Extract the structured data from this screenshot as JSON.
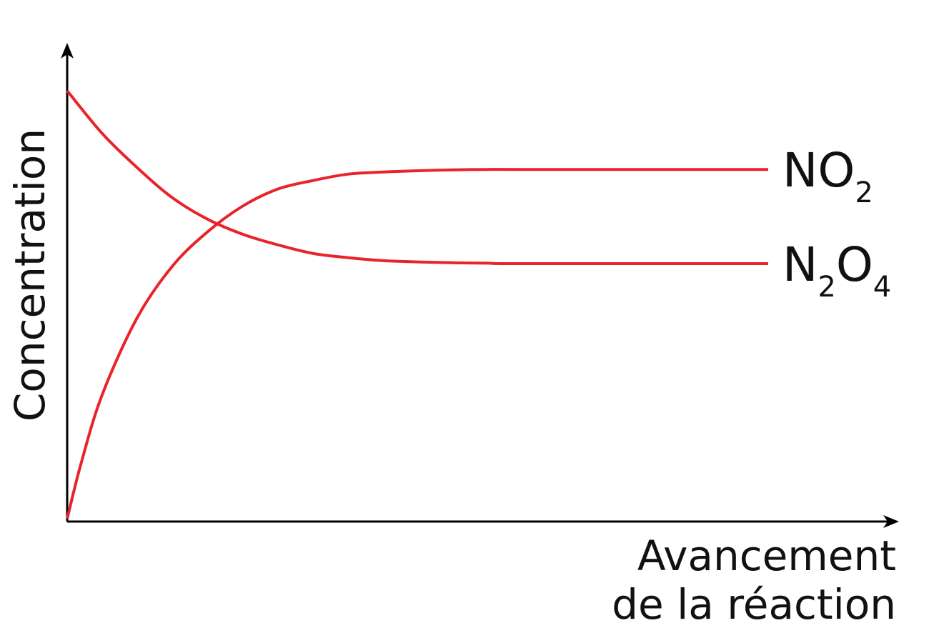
{
  "chart_data": {
    "type": "line",
    "title": "",
    "xlabel_lines": [
      "Avancement",
      "de la réaction"
    ],
    "ylabel": "Concentration",
    "xlim": [
      0,
      1
    ],
    "ylim": [
      0,
      1
    ],
    "grid": false,
    "legend": "inline-right",
    "series": [
      {
        "name": "NO2",
        "label_parts": [
          {
            "text": "NO",
            "sub": false
          },
          {
            "text": "2",
            "sub": true
          }
        ],
        "color": "#e8232a",
        "x": [
          0,
          0.02,
          0.05,
          0.1,
          0.15,
          0.2,
          0.25,
          0.3,
          0.35,
          0.4,
          0.45,
          0.5,
          0.55,
          0.6,
          0.65,
          1.0
        ],
        "y": [
          0,
          0.13,
          0.29,
          0.47,
          0.59,
          0.67,
          0.73,
          0.77,
          0.79,
          0.805,
          0.81,
          0.813,
          0.815,
          0.816,
          0.816,
          0.816
        ]
      },
      {
        "name": "N2O4",
        "label_parts": [
          {
            "text": "N",
            "sub": false
          },
          {
            "text": "2",
            "sub": true
          },
          {
            "text": "O",
            "sub": false
          },
          {
            "text": "4",
            "sub": true
          }
        ],
        "color": "#e8232a",
        "x": [
          0,
          0.05,
          0.1,
          0.15,
          0.2,
          0.25,
          0.3,
          0.35,
          0.4,
          0.45,
          0.5,
          0.55,
          0.6,
          0.65,
          1.0
        ],
        "y": [
          1.0,
          0.9,
          0.82,
          0.75,
          0.7,
          0.665,
          0.64,
          0.62,
          0.61,
          0.603,
          0.6,
          0.598,
          0.597,
          0.596,
          0.596
        ]
      }
    ]
  }
}
